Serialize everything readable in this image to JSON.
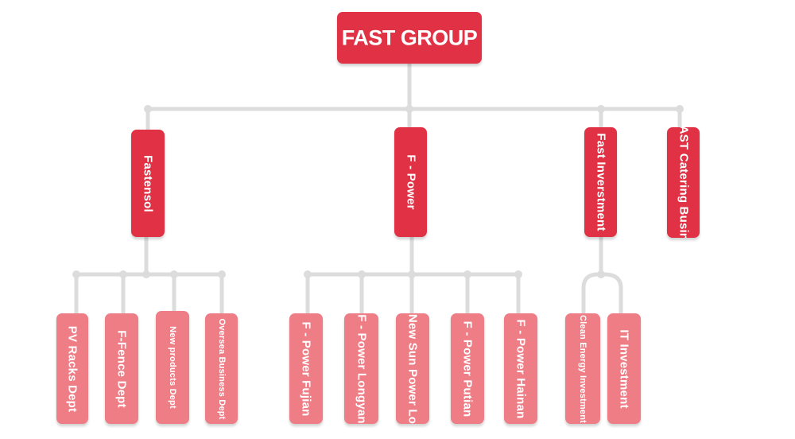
{
  "colors": {
    "primary": "#e03145",
    "secondary": "#ee7d86",
    "connector": "#dcdcdc"
  },
  "root": {
    "label": "FAST GROUP"
  },
  "divisions": [
    {
      "label": "Fastensol",
      "departments": [
        {
          "label": "PV Racks Dept"
        },
        {
          "label": "F-Fence Dept"
        },
        {
          "label": "New products Dept"
        },
        {
          "label": "Oversea Business Dept"
        }
      ]
    },
    {
      "label": "F - Power",
      "departments": [
        {
          "label": "F - Power Fujian"
        },
        {
          "label": "F - Power Longyan"
        },
        {
          "label": "New Sun Power Lo"
        },
        {
          "label": "F - Power Putian"
        },
        {
          "label": "F - Power Hainan"
        }
      ]
    },
    {
      "label": "Fast Inverstment",
      "departments": [
        {
          "label": "Clean Energy Investment"
        },
        {
          "label": "IT Investment"
        }
      ]
    },
    {
      "label": "FAST Catering Busine",
      "departments": []
    }
  ]
}
